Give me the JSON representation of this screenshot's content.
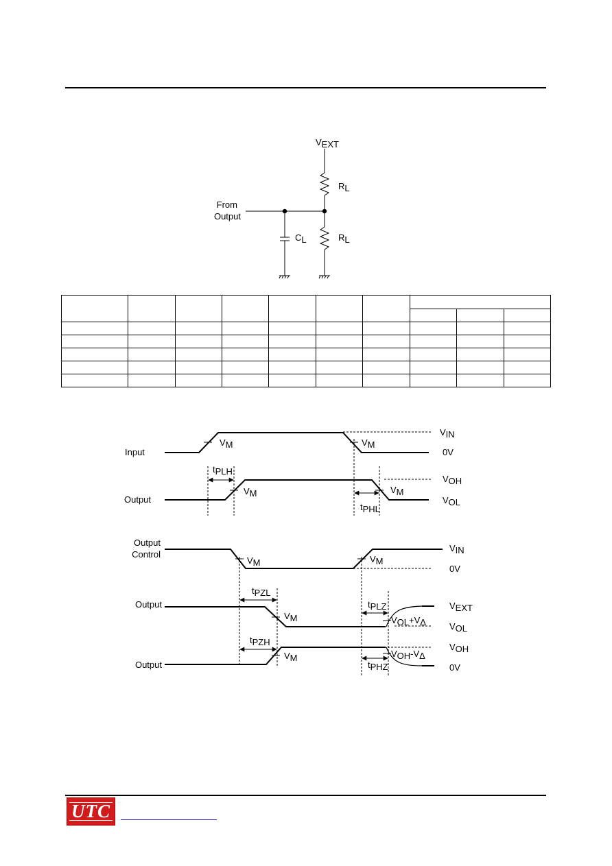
{
  "circuit": {
    "supply": {
      "main": "V",
      "sub": "EXT"
    },
    "rl_top": {
      "main": "R",
      "sub": "L"
    },
    "rl_bottom": {
      "main": "R",
      "sub": "L"
    },
    "cap": {
      "main": "C",
      "sub": "L"
    },
    "from_line1": "From",
    "from_line2": "Output"
  },
  "table": {
    "rows": 6,
    "cols": 10
  },
  "prop": {
    "input_label": "Input",
    "output_label": "Output",
    "vm": {
      "main": "V",
      "sub": "M"
    },
    "vin": {
      "main": "V",
      "sub": "IN"
    },
    "zero_v": "0V",
    "voh": {
      "main": "V",
      "sub": "OH"
    },
    "vol": {
      "main": "V",
      "sub": "OL"
    },
    "tplh": {
      "main": "t",
      "sub": "PLH"
    },
    "tphl": {
      "main": "t",
      "sub": "PHL"
    }
  },
  "enable": {
    "control_line1": "Output",
    "control_line2": "Control",
    "output_label": "Output",
    "vm": {
      "main": "V",
      "sub": "M"
    },
    "vin": {
      "main": "V",
      "sub": "IN"
    },
    "zero_v": "0V",
    "vext": {
      "main": "V",
      "sub": "EXT"
    },
    "vol": {
      "main": "V",
      "sub": "OL"
    },
    "voh": {
      "main": "V",
      "sub": "OH"
    },
    "vol_plus": {
      "a": "V",
      "asub": "OL",
      "b": "+V",
      "bsub": "Δ"
    },
    "voh_minus": {
      "a": "V",
      "asub": "OH",
      "b": "-V",
      "bsub": "Δ"
    },
    "tpzl": {
      "main": "t",
      "sub": "PZL"
    },
    "tplz": {
      "main": "t",
      "sub": "PLZ"
    },
    "tpzh": {
      "main": "t",
      "sub": "PZH"
    },
    "tphz": {
      "main": "t",
      "sub": "PHZ"
    }
  },
  "footer": {
    "logo": "UTC"
  },
  "colors": {
    "logo_bg": "#d01c1c",
    "link": "#2a2acc",
    "ink": "#000000"
  }
}
